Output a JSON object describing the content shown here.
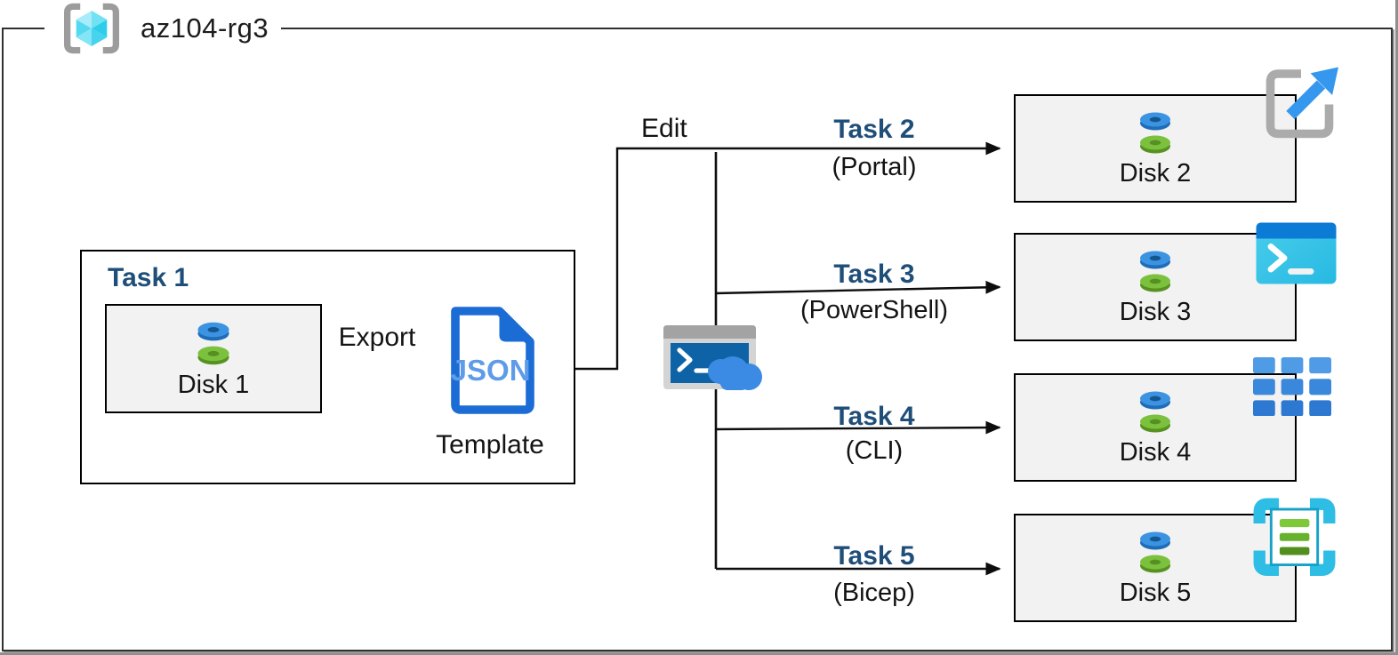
{
  "diagram": {
    "resource_group": {
      "name": "az104-rg3"
    },
    "source": {
      "task_title": "Task 1",
      "disk_label": "Disk 1",
      "export_label": "Export",
      "json_badge": "JSON",
      "template_label": "Template"
    },
    "edit_label": "Edit",
    "targets": [
      {
        "task_label": "Task 2",
        "method_label": "(Portal)",
        "disk_label": "Disk 2",
        "icon": "azure-portal-icon"
      },
      {
        "task_label": "Task 3",
        "method_label": "(PowerShell)",
        "disk_label": "Disk 3",
        "icon": "powershell-icon"
      },
      {
        "task_label": "Task 4",
        "method_label": "(CLI)",
        "disk_label": "Disk 4",
        "icon": "azure-cli-icon"
      },
      {
        "task_label": "Task 5",
        "method_label": "(Bicep)",
        "disk_label": "Disk 5",
        "icon": "bicep-template-icon"
      }
    ],
    "colors": {
      "task_heading": "#1F4E79",
      "box_fill": "#F2F2F2",
      "box_border": "#000000",
      "outer_border": "#303030",
      "connector": "#111111",
      "json_blue": "#1C6CD6",
      "json_text": "#5E9BE8",
      "disk_blue": "#3B93E2",
      "disk_green": "#7BC13E",
      "cyan_cube": "#55D9F1"
    }
  }
}
